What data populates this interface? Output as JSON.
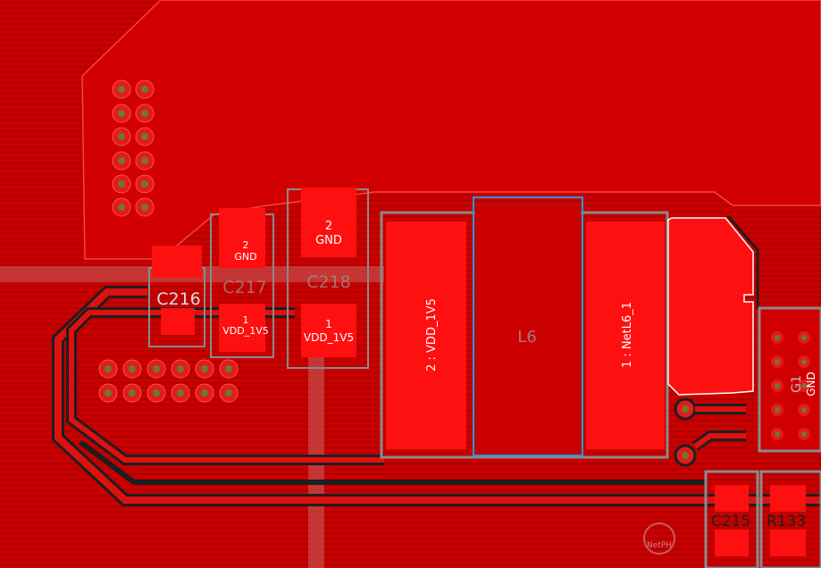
{
  "colors": {
    "copper_fill": "#d40000",
    "copper_bg": "#b80000",
    "pad": "#ff0000",
    "pad_outline": "#8a8a8a",
    "trace_dark": "#1e1e1e",
    "via_fill": "#c8102e",
    "via_hole": "#7a7a2a",
    "highlight": "#3a8fd8",
    "text_light": "#ffffff",
    "text_grey": "#bdbdbd"
  },
  "labels": {
    "c216": "C216",
    "c217": "C217",
    "c218": "C218",
    "l6": "L6",
    "c215": "C215",
    "r133": "R133",
    "g1": "G1",
    "netph": "NetPH",
    "pad_c217_2_num": "2",
    "pad_c217_2_net": "GND",
    "pad_c218_2_num": "2",
    "pad_c218_2_net": "GND",
    "pad_c217_1_num": "1",
    "pad_c217_1_net": "VDD_1V5",
    "pad_c218_1_num": "1",
    "pad_c218_1_net": "VDD_1V5",
    "pad_l6_2": "2 : VDD_1V5",
    "pad_l6_1": "1 : NetL6_1",
    "pad_g1_net": "GND"
  }
}
